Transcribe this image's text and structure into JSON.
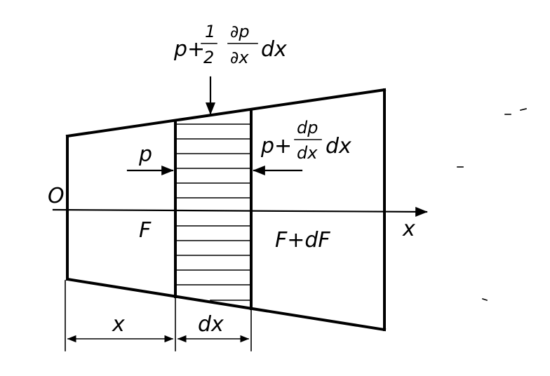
{
  "labels": {
    "origin": "O",
    "x_axis": "x",
    "area_left": "F",
    "area_right": "F+dF",
    "pressure_left": "p",
    "pressure_right": "p+",
    "pressure_right_frac_num": "dp",
    "pressure_right_frac_den": "dx",
    "pressure_right_tail": "dx",
    "pressure_top": "p+",
    "pressure_top_half_num": "1",
    "pressure_top_half_den": "2",
    "pressure_top_frac_num": "∂p",
    "pressure_top_frac_den": "∂x",
    "pressure_top_tail": "dx",
    "dim_x": "x",
    "dim_dx": "dx"
  }
}
